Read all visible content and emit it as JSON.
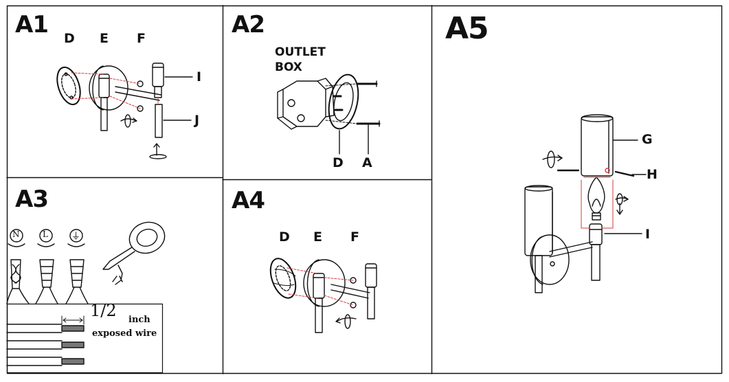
{
  "panels": {
    "a1": {
      "label": "A1",
      "parts": {
        "d": "D",
        "e": "E",
        "f": "F",
        "i": "I",
        "j": "J"
      }
    },
    "a2": {
      "label": "A2",
      "outlet_line1": "OUTLET",
      "outlet_line2": "BOX",
      "parts": {
        "d": "D",
        "a": "A"
      }
    },
    "a3": {
      "label": "A3",
      "wire_symbols": {
        "neutral": "N",
        "live": "L",
        "ground": "⏚"
      },
      "fraction": "1/2",
      "unit": "inch",
      "caption": "exposed wire"
    },
    "a4": {
      "label": "A4",
      "parts": {
        "d": "D",
        "e": "E",
        "f": "F"
      }
    },
    "a5": {
      "label": "A5",
      "parts": {
        "g": "G",
        "h": "H",
        "i": "I"
      }
    }
  },
  "colors": {
    "line": "#111111",
    "accent_red": "#d63a3a",
    "background": "#ffffff"
  }
}
